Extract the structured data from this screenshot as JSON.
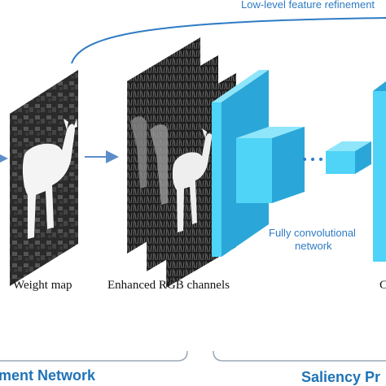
{
  "labels": {
    "top_arc": "Low-level feature refinement",
    "weight_map": "Weight map",
    "enhanced_rgb": "Enhanced RGB channels",
    "fcn_line1": "Fully convolutional",
    "fcn_line2": "network",
    "right_clipped": "C",
    "bottom_left": "ment Network",
    "bottom_right": "Saliency Pr"
  },
  "colors": {
    "accent_blue": "#2e7bc4",
    "layer_front": "#4fd3f7",
    "layer_side": "#2aa7d8",
    "layer_top": "#8fe6fb",
    "arrow": "#5b8ec9",
    "photo_dark": "#222222"
  },
  "icons": {
    "arrow": "right-arrow",
    "ellipsis": "dots"
  }
}
